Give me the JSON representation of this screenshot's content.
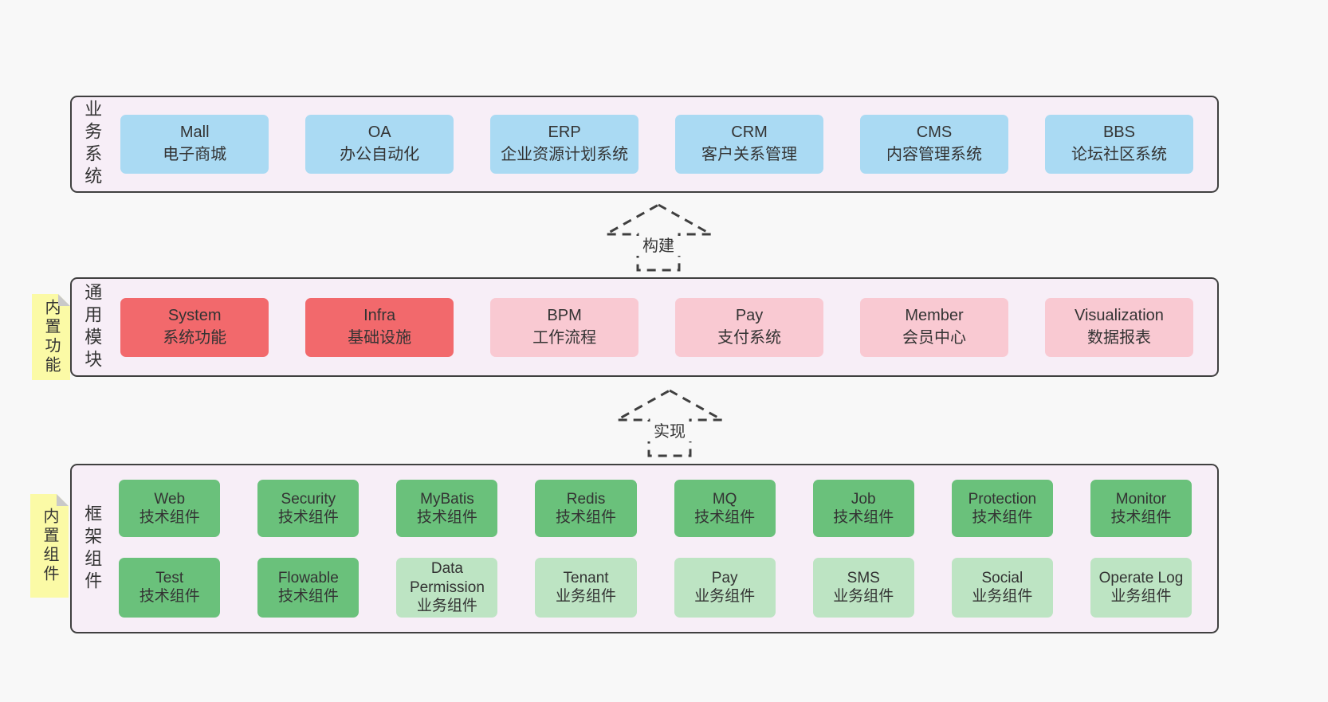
{
  "sections": {
    "business": {
      "label": "业务系统",
      "items": [
        {
          "title": "Mall",
          "subtitle": "电子商城"
        },
        {
          "title": "OA",
          "subtitle": "办公自动化"
        },
        {
          "title": "ERP",
          "subtitle": "企业资源计划系统"
        },
        {
          "title": "CRM",
          "subtitle": "客户关系管理"
        },
        {
          "title": "CMS",
          "subtitle": "内容管理系统"
        },
        {
          "title": "BBS",
          "subtitle": "论坛社区系统"
        }
      ]
    },
    "modules": {
      "label": "通用模块",
      "sticky": "内置功能",
      "items": [
        {
          "title": "System",
          "subtitle": "系统功能"
        },
        {
          "title": "Infra",
          "subtitle": "基础设施"
        },
        {
          "title": "BPM",
          "subtitle": "工作流程"
        },
        {
          "title": "Pay",
          "subtitle": "支付系统"
        },
        {
          "title": "Member",
          "subtitle": "会员中心"
        },
        {
          "title": "Visualization",
          "subtitle": "数据报表"
        }
      ]
    },
    "components": {
      "label": "框架组件",
      "sticky": "内置组件",
      "row1": [
        {
          "title": "Web",
          "subtitle": "技术组件"
        },
        {
          "title": "Security",
          "subtitle": "技术组件"
        },
        {
          "title": "MyBatis",
          "subtitle": "技术组件"
        },
        {
          "title": "Redis",
          "subtitle": "技术组件"
        },
        {
          "title": "MQ",
          "subtitle": "技术组件"
        },
        {
          "title": "Job",
          "subtitle": "技术组件"
        },
        {
          "title": "Protection",
          "subtitle": "技术组件"
        },
        {
          "title": "Monitor",
          "subtitle": "技术组件"
        }
      ],
      "row2": [
        {
          "title": "Test",
          "subtitle": "技术组件"
        },
        {
          "title": "Flowable",
          "subtitle": "技术组件"
        },
        {
          "title": "Data Permission",
          "subtitle": "业务组件"
        },
        {
          "title": "Tenant",
          "subtitle": "业务组件"
        },
        {
          "title": "Pay",
          "subtitle": "业务组件"
        },
        {
          "title": "SMS",
          "subtitle": "业务组件"
        },
        {
          "title": "Social",
          "subtitle": "业务组件"
        },
        {
          "title": "Operate Log",
          "subtitle": "业务组件"
        }
      ]
    }
  },
  "arrows": {
    "build": {
      "label": "构建"
    },
    "implement": {
      "label": "实现"
    }
  },
  "colors": {
    "page_bg": "#f8f8f8",
    "panel_bg": "#f7eef7",
    "panel_border": "#404040",
    "box_blue": "#aadaf3",
    "box_red": "#f2696c",
    "box_pink": "#f9c9d2",
    "box_green_dark": "#6ac17b",
    "box_green_light": "#bde4c3",
    "sticky_yellow": "#fbfaa6",
    "text": "#333333"
  }
}
